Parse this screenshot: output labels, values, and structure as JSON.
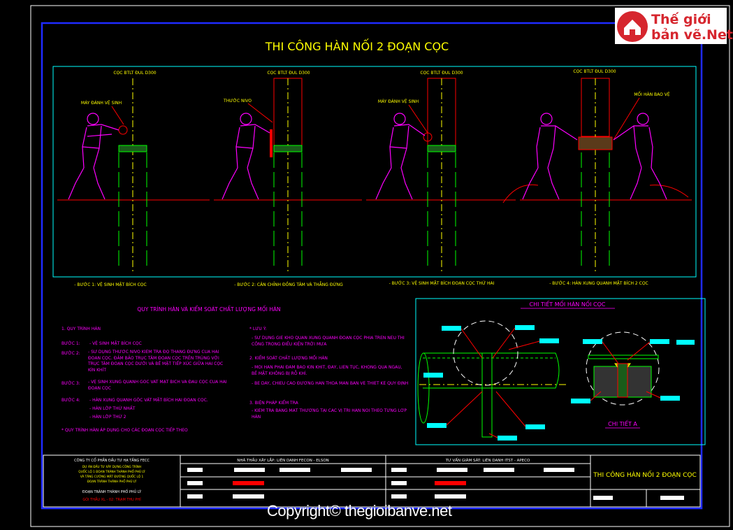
{
  "logo": {
    "line1": "Thế giới",
    "line2": "bản vẽ.Net"
  },
  "title": "THI CÔNG HÀN NỐI 2 ĐOẠN CỌC",
  "steps": [
    {
      "pile_label": "CỌC BTLT ĐUL D300",
      "tool_label": "MÁY ĐÁNH VỆ SINH",
      "caption": "- BƯỚC 1: VỆ SINH MẶT BÍCH CỌC"
    },
    {
      "pile_label": "CỌC BTLT ĐUL D300",
      "tool_label": "THƯỚC NIVO",
      "caption": "- BƯỚC 2: CÂN CHỈNH ĐỒNG TÂM VÀ THẲNG ĐỨNG"
    },
    {
      "pile_label": "CỌC BTLT ĐUL D300",
      "tool_label": "MÁY ĐÁNH VỆ SINH",
      "caption": "- BƯỚC 3: VỆ SINH MẶT BÍCH ĐOẠN CỌC THỨ HAI"
    },
    {
      "pile_label": "CỌC BTLT ĐUL D300",
      "tool_label": "MỐI HÀN BAO VỆ",
      "caption": "- BƯỚC 4: HÀN XUNG QUANH MẶT BÍCH 2 CỌC"
    }
  ],
  "procedure": {
    "heading": "QUY TRÌNH HÀN VÀ KIỂM SOÁT CHẤT LƯỢNG MỐI HÀN",
    "section1": "1. QUY TRÌNH HÀN",
    "items": [
      {
        "step": "BƯỚC 1:",
        "text": "- VỆ SINH MẶT BÍCH CỌC"
      },
      {
        "step": "BƯỚC 2:",
        "text": "- SỬ DỤNG THƯỚC NIVO KIỂM TRA ĐỘ THẲNG ĐỨNG CỦA HAI ĐOẠN CỌC. ĐẢM BẢO TRỤC TÂM ĐOẠN CỌC TRÊN TRÙNG VỚI TRỤC TÂM ĐOẠN CỌC DƯỚI VÀ BỀ MẶT TIẾP XÚC GIỮA HAI CỌC KÍN KHÍT"
      },
      {
        "step": "BƯỚC 3:",
        "text": "- VỆ SINH XUNG QUANH GÓC VÁT MẶT BÍCH VÀ ĐẦU CỌC CỦA HAI ĐOẠN CỌC"
      },
      {
        "step": "BƯỚC 4:",
        "text": "- HÀN XUNG QUANH GÓC VÁT MẶT BÍCH HAI ĐOẠN CỌC."
      }
    ],
    "layer1": "- HÀN LỚP THỨ NHẤT",
    "layer2": "- HÀN LỚP THỨ 2",
    "note": "* QUY TRÌNH HÀN ÁP DỤNG CHO CÁC ĐOẠN CỌC TIẾP THEO",
    "luu_y": "* LƯU Ý:",
    "luu_y_text": "- SỬ DỤNG GIẺ KHÔ QUẤN XUNG QUANH ĐOẠN CỌC PHÍA TRÊN NẾU THI CÔNG TRONG ĐIỀU KIỆN TRỜI MƯA",
    "section2": "2. KIỂM SOÁT CHẤT LƯỢNG MỐI HÀN",
    "s2_a": "- MỐI HÀN PHẢI ĐẢM BẢO KÍN KHÍT, ĐẦY, LIÊN TỤC, KHÔNG QUÁ NGẦU, BỀ MẶT KHÔNG BỊ RỖ KHÍ.",
    "s2_b": "- BỀ DÀY, CHIỀU CAO ĐƯỜNG HÀN THỎA MÃN BẢN VẼ THIẾT KẾ QUY ĐỊNH",
    "section3": "3. BIỆN PHÁP KIỂM TRA",
    "s3_a": "- KIỂM TRA BẰNG MẮT THƯỜNG TẠI CÁC VỊ TRÍ HÀN NỐI THEO TỪNG LỚP HÀN"
  },
  "detail": {
    "title": "CHI TIẾT MỐI HÀN NỐI CỌC",
    "sub": "CHI TIẾT A"
  },
  "titleblock": {
    "company": "CÔNG TY CỔ PHẦN ĐẦU TƯ HẠ TẦNG FECC",
    "project_lines": [
      "DỰ ÁN ĐẦU TƯ XÂY DỰNG CÔNG TRÌNH",
      "QUỐC LỘ 1 ĐOẠN TRÁNH THÀNH PHỐ PHỦ LÝ",
      "VÀ TĂNG CƯỜNG MẶT ĐƯỜNG QUỐC LỘ 1",
      "ĐOẠN TRÁNH THÀNH PHỐ PHỦ LÝ"
    ],
    "location": "ĐOẠN TRÁNH THÀNH PHỐ PHỦ LÝ",
    "package": "GÓI THẦU XL - 02: TRẠM THU PHÍ",
    "contractor": "NHÀ THẦU XÂY LẮP: LIÊN DANH FECON - ELSON",
    "consultant": "TƯ VẤN GIÁM SÁT: LIÊN DANH ITST - APECO",
    "drawing_title": "THI CÔNG HÀN NỐI 2 ĐOẠN CỌC"
  },
  "copyright": "Copyright© thegioibanve.net",
  "colors": {
    "magenta": "#ff00ff",
    "cyan": "#00ffff",
    "green": "#00ff00",
    "yellow": "#ffff00",
    "red": "#ff0000",
    "blue": "#0000ff"
  }
}
